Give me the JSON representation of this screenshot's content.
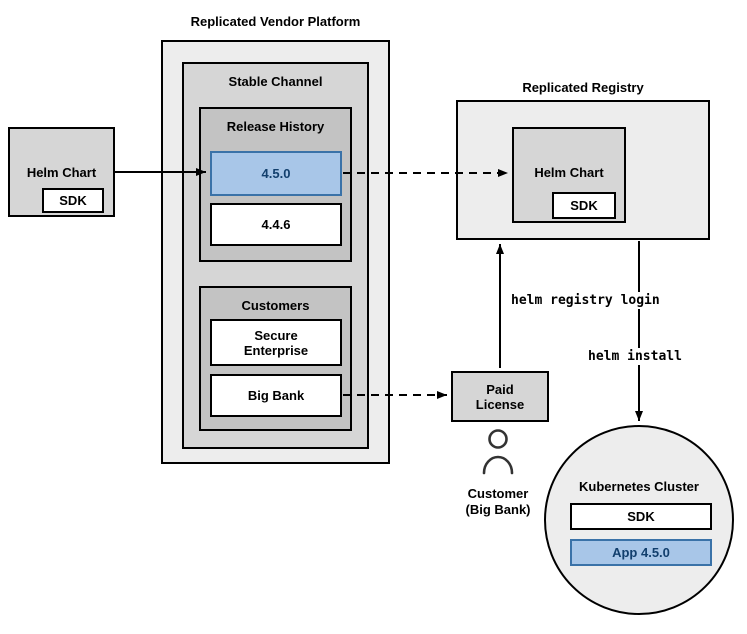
{
  "colors": {
    "highlight_fill": "#a8c6e8",
    "highlight_border": "#3a72a8",
    "highlight_text": "#123f6d"
  },
  "source_chart": {
    "label": "Helm Chart",
    "sdk": "SDK"
  },
  "vendor_platform": {
    "title": "Replicated Vendor Platform",
    "stable_channel": {
      "title": "Stable Channel",
      "release_history": {
        "title": "Release History",
        "releases": [
          {
            "version": "4.5.0"
          },
          {
            "version": "4.4.6"
          }
        ]
      },
      "customers": {
        "title": "Customers",
        "items": [
          {
            "name": "Secure Enterprise"
          },
          {
            "name": "Big Bank"
          }
        ]
      }
    }
  },
  "registry": {
    "title": "Replicated Registry",
    "helm_chart": {
      "label": "Helm Chart",
      "sdk": "SDK"
    }
  },
  "paid_license": {
    "label": "Paid License"
  },
  "customer": {
    "label": "Customer (Big Bank)"
  },
  "kubernetes": {
    "title": "Kubernetes Cluster",
    "sdk": "SDK",
    "app": "App 4.5.0"
  },
  "commands": {
    "registry_login": "helm registry login",
    "install": "helm install"
  }
}
